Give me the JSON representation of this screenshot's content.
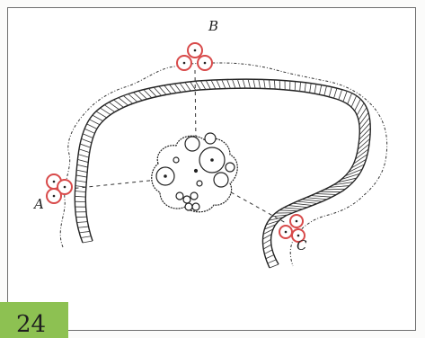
{
  "labels": {
    "a": "A",
    "b": "B",
    "c": "C"
  },
  "page_number": "24",
  "colors": {
    "accent_red": "#d84a4a",
    "line": "#222222",
    "tab_green": "#8dc152"
  }
}
